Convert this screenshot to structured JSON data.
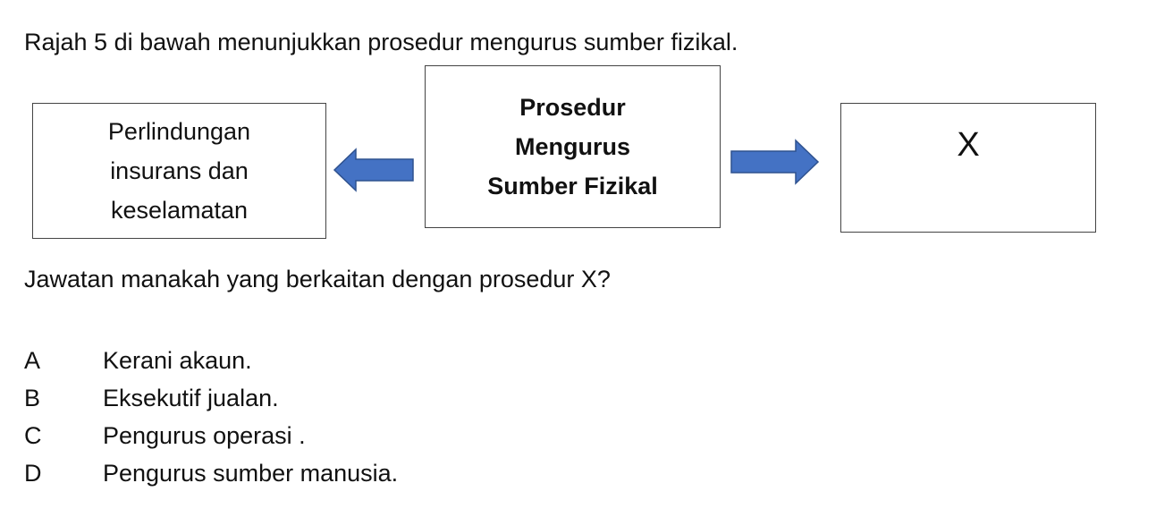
{
  "intro": "Rajah 5 di bawah menunjukkan prosedur mengurus sumber fizikal.",
  "diagram": {
    "left_box": "Perlindungan\ninsurans dan\nkeselamatan",
    "center_box": "Prosedur\nMengurus\nSumber Fizikal",
    "right_box": "X",
    "arrow_color": "#4472C4",
    "arrow_outline": "#2F528F"
  },
  "question": "Jawatan manakah yang berkaitan dengan prosedur X?",
  "options": [
    {
      "letter": "A",
      "text": "Kerani akaun."
    },
    {
      "letter": "B",
      "text": "Eksekutif jualan."
    },
    {
      "letter": "C",
      "text": "Pengurus operasi ."
    },
    {
      "letter": "D",
      "text": "Pengurus sumber manusia."
    }
  ]
}
